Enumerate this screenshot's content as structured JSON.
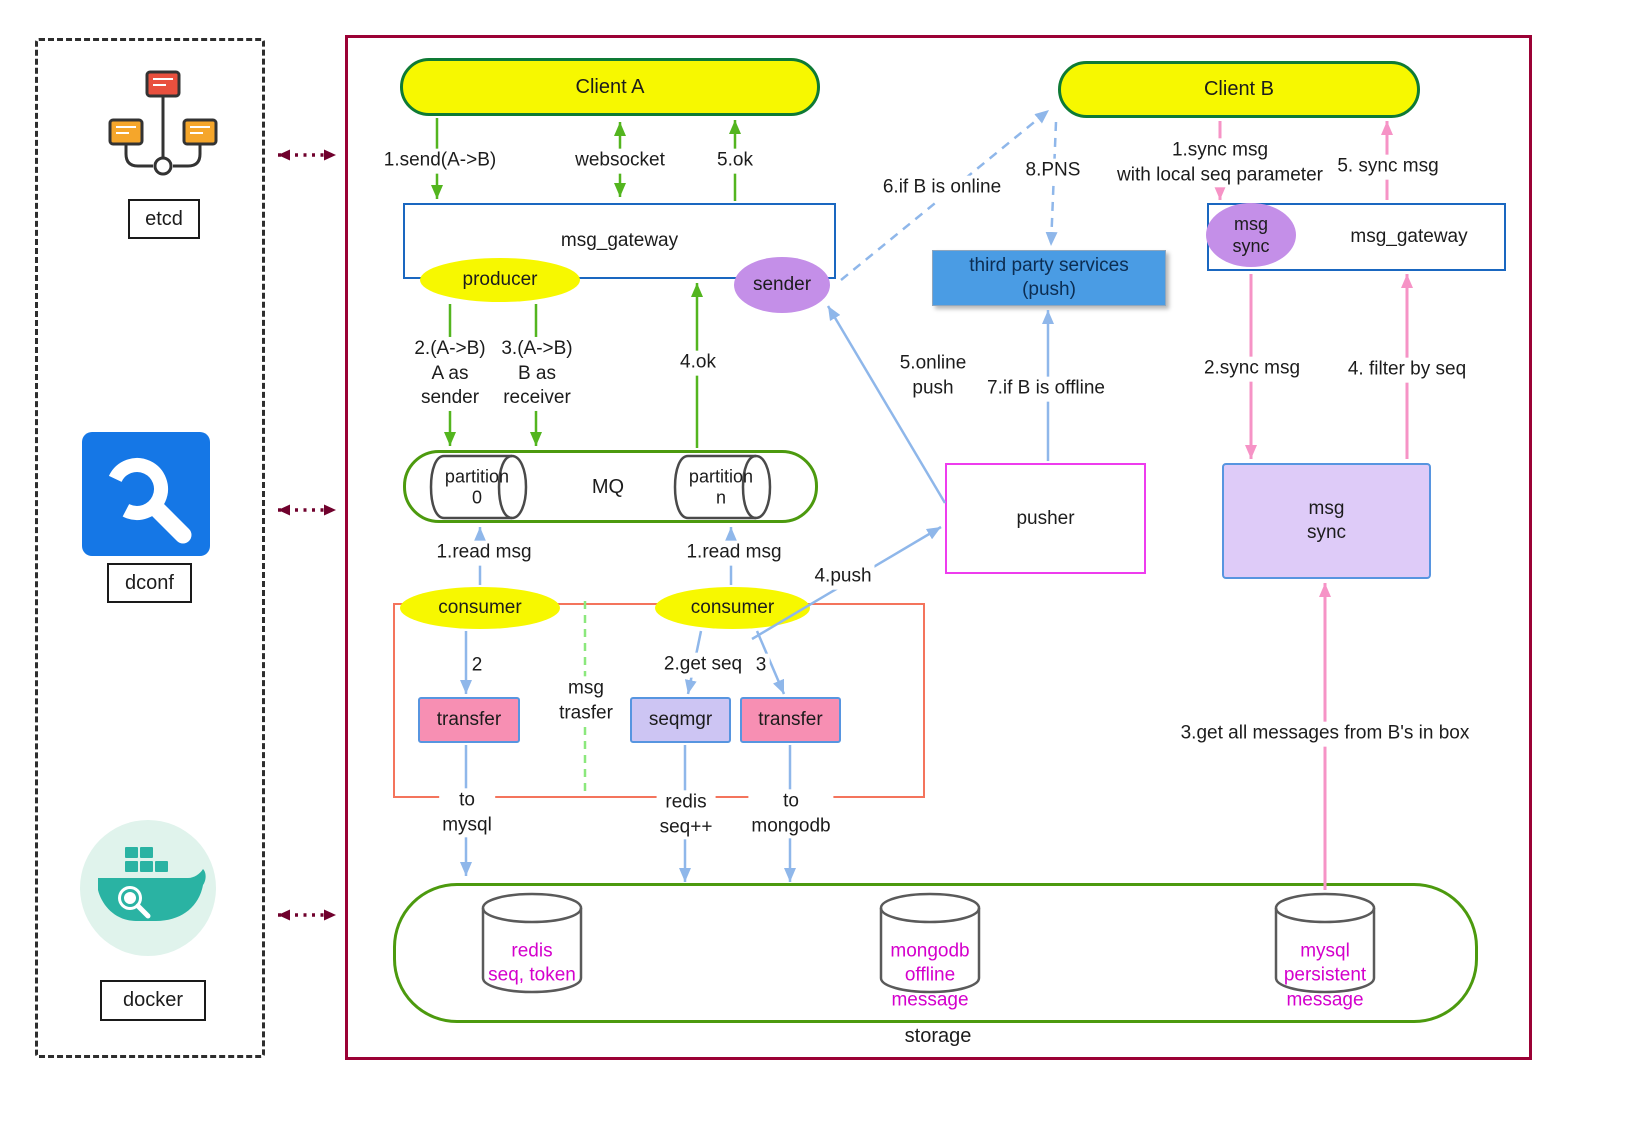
{
  "accent_colors": {
    "main_border": "#9b0135",
    "node_yellow": "#f7f800",
    "green_arrow": "#53b51f",
    "blue_arrow": "#8fb7ea",
    "pink_arrow": "#f693c6",
    "purple_node": "#c48fe8",
    "pink_box": "#f78fb3",
    "lavender_box": "#cdc5f3",
    "blue_box_border": "#1a67c0",
    "magenta_border": "#ee3cee",
    "third_party_blue": "#4a9ce4",
    "red_group_border": "#f4745c",
    "db_text_magenta": "#d400cc",
    "storage_green": "#4c9a0e"
  },
  "left_panel": {
    "items": [
      {
        "icon": "etcd-cluster-icon",
        "label": "etcd"
      },
      {
        "icon": "dconf-wrench-icon",
        "label": "dconf"
      },
      {
        "icon": "docker-whale-icon",
        "label": "docker"
      }
    ]
  },
  "clients": {
    "client_a": "Client A",
    "client_b": "Client B"
  },
  "gateway_a": {
    "title": "msg_gateway",
    "producer": "producer",
    "sender": "sender",
    "send_label": "1.send(A->B)",
    "websocket_label": "websocket",
    "ok5_label": "5.ok",
    "to_mq_sender": "2.(A->B)\nA as\nsender",
    "to_mq_receiver": "3.(A->B)\nB as\nreceiver",
    "ok4_label": "4.ok"
  },
  "mq": {
    "title": "MQ",
    "partition_0": "partition\n0",
    "partition_n": "partition\nn",
    "read_left": "1.read msg",
    "read_right": "1.read msg"
  },
  "consumers": {
    "left": "consumer",
    "right": "consumer"
  },
  "transfer_group": {
    "step2": "2",
    "get_seq": "2.get seq",
    "step3": "3",
    "transfer_left": "transfer",
    "msg_trasfer": "msg\ntrasfer",
    "seqmgr": "seqmgr",
    "transfer_right": "transfer",
    "to_mysql": "to\nmysql",
    "redis_seq": "redis\nseq++",
    "to_mongodb": "to\nmongodb"
  },
  "push_flow": {
    "pusher": "pusher",
    "push4": "4.push",
    "online_push": "5.online\npush",
    "if_offline": "7.if B is offline",
    "if_online": "6.if B is online",
    "pns": "8.PNS",
    "third_party": "third party services\n(push)"
  },
  "sync_flow": {
    "gateway_title": "msg_gateway",
    "msg_sync_node": "msg\nsync",
    "sync1": "1.sync msg\nwith local seq parameter",
    "sync5": "5. sync msg",
    "sync2": "2.sync msg",
    "filter4": "4. filter by seq",
    "msg_sync_box": "msg\nsync",
    "get_all": "3.get all messages from B's in box"
  },
  "storage": {
    "title": "storage",
    "redis": "redis\nseq, token",
    "mongodb": "mongodb\noffline\nmessage",
    "mysql": "mysql\npersistent\nmessage"
  }
}
